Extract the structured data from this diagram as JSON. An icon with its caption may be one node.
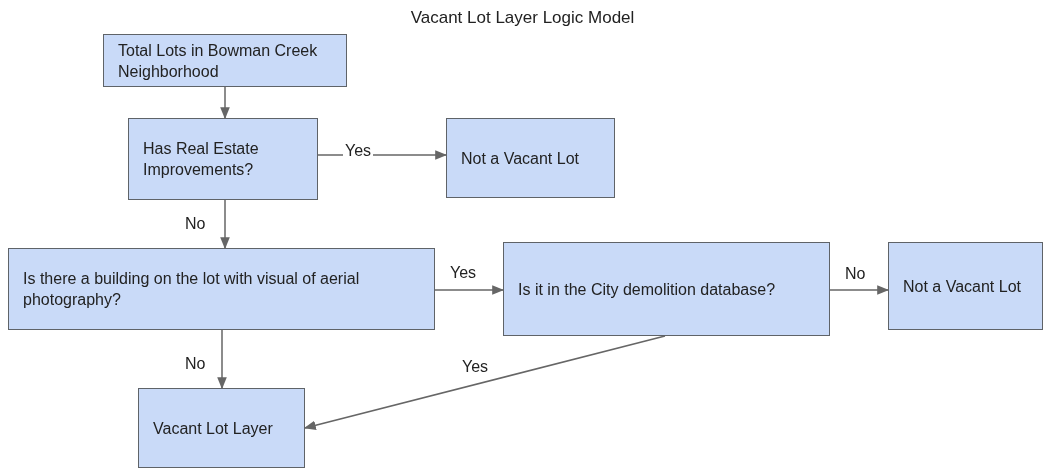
{
  "diagram": {
    "title": "Vacant Lot Layer Logic Model",
    "nodes": [
      {
        "text": [
          "Total Lots in Bowman Creek Neighborhood"
        ]
      },
      {
        "text": [
          "Has Real Estate Improvements?"
        ]
      },
      {
        "text": [
          "Not a Vacant Lot"
        ]
      },
      {
        "text": [
          "Is there a building on the lot with visual of aerial photography?"
        ]
      },
      {
        "text": [
          "Is it in the City demolition database?"
        ]
      },
      {
        "text": [
          "Not a Vacant Lot"
        ]
      },
      {
        "text": [
          "Vacant Lot Layer"
        ]
      }
    ],
    "edges": [
      {
        "from": 0,
        "to": 1,
        "arrow": "to"
      },
      {
        "from": 1,
        "to": 2,
        "arrow": "to",
        "label": "Yes"
      },
      {
        "from": 1,
        "to": 3,
        "arrow": "to",
        "label": "No"
      },
      {
        "from": 3,
        "to": 4,
        "arrow": "to",
        "label": "Yes"
      },
      {
        "from": 4,
        "to": 5,
        "arrow": "to",
        "label": "No"
      },
      {
        "from": 3,
        "to": 6,
        "arrow": "to",
        "label": "No"
      },
      {
        "from": 4,
        "to": 6,
        "arrow": "to",
        "label": "Yes"
      }
    ]
  }
}
